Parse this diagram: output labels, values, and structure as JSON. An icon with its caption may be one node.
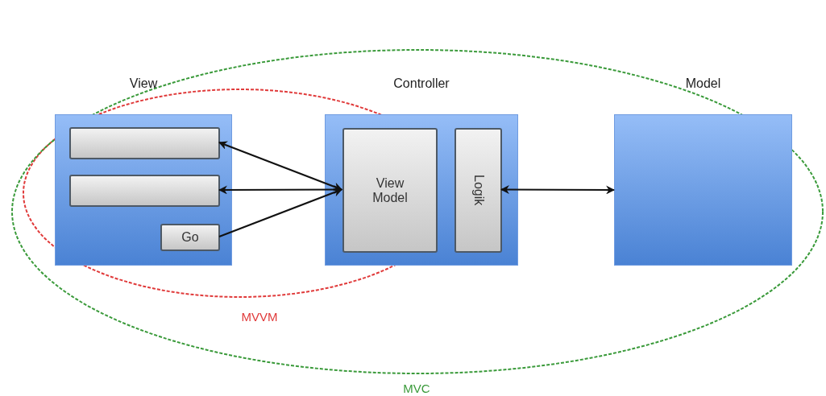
{
  "diagram": {
    "nodes": [
      {
        "text": [
          "View"
        ]
      },
      {
        "text": [],
        "shape": "box",
        "in": 0
      },
      {
        "text": [],
        "shape": "box",
        "in": 0
      },
      {
        "text": [
          "Go"
        ],
        "in": 0
      },
      {
        "text": [
          "Controller"
        ]
      },
      {
        "text": [
          "View Model"
        ],
        "in": 4
      },
      {
        "text": [
          "Logik"
        ],
        "in": 4
      },
      {
        "text": [
          "Model"
        ]
      }
    ],
    "edges": [
      {
        "from": 5,
        "to": 1,
        "arrow": "both"
      },
      {
        "from": 5,
        "to": 2,
        "arrow": "both"
      },
      {
        "from": 3,
        "to": 5,
        "arrow": "to"
      },
      {
        "from": 6,
        "to": 7,
        "arrow": "both"
      }
    ],
    "labels": [
      "MVVM",
      "MVC"
    ]
  }
}
